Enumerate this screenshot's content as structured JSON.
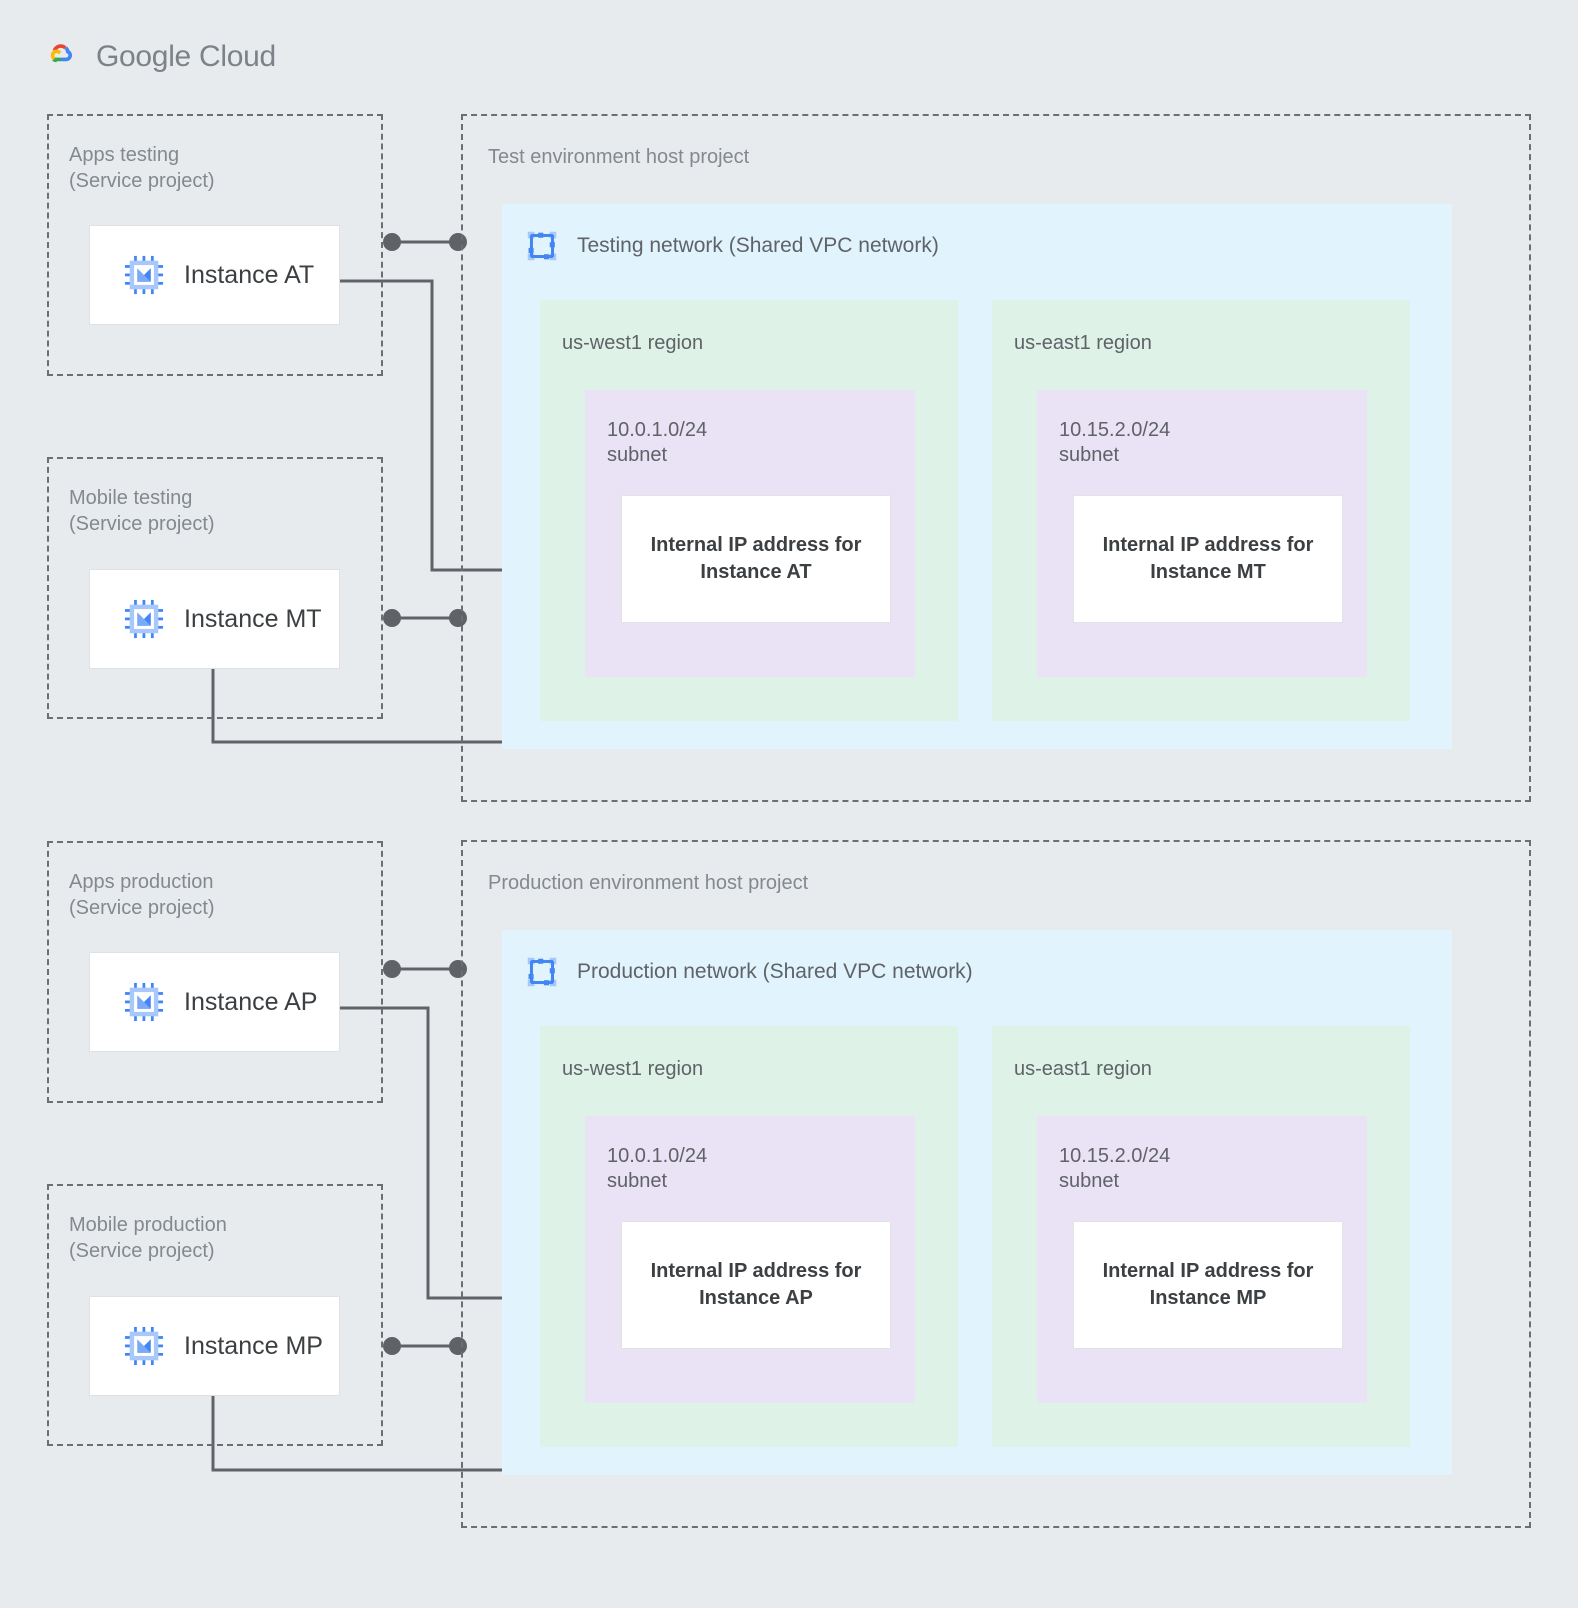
{
  "brand": {
    "name_bold": "Google",
    "name_light": " Cloud",
    "logo_icon": "google-cloud-logo",
    "colors": {
      "page_background": "#e8ebee",
      "vpc_panel": "#e1f3fd",
      "region_panel": "#dff2e8",
      "subnet_panel": "#eae2f5",
      "card_background": "#ffffff",
      "connector": "#5f6368",
      "dashed_border": "#6b6f73",
      "label_text": "#83898f",
      "icon_blue": "#4285f4",
      "icon_blue_light": "#a8c7fa"
    }
  },
  "service_projects": [
    {
      "id": "apps-testing",
      "title": "Apps testing\n(Service project)",
      "instance": "Instance AT",
      "icon": "compute-instance-icon"
    },
    {
      "id": "mobile-testing",
      "title": "Mobile testing\n(Service project)",
      "instance": "Instance MT",
      "icon": "compute-instance-icon"
    },
    {
      "id": "apps-production",
      "title": "Apps production\n(Service project)",
      "instance": "Instance AP",
      "icon": "compute-instance-icon"
    },
    {
      "id": "mobile-production",
      "title": "Mobile production\n(Service project)",
      "instance": "Instance MP",
      "icon": "compute-instance-icon"
    }
  ],
  "host_projects": [
    {
      "id": "test-host",
      "title": "Test environment host project",
      "network": {
        "title": "Testing network (Shared VPC network)",
        "icon": "vpc-network-icon",
        "regions": [
          {
            "name": "us-west1 region",
            "subnet": "10.0.1.0/24\nsubnet",
            "ip_card": "Internal IP address for\nInstance AT"
          },
          {
            "name": "us-east1 region",
            "subnet": "10.15.2.0/24\nsubnet",
            "ip_card": "Internal IP address for\nInstance MT"
          }
        ]
      }
    },
    {
      "id": "production-host",
      "title": "Production environment host project",
      "network": {
        "title": "Production network (Shared VPC network)",
        "icon": "vpc-network-icon",
        "regions": [
          {
            "name": "us-west1 region",
            "subnet": "10.0.1.0/24\nsubnet",
            "ip_card": "Internal IP address for\nInstance AP"
          },
          {
            "name": "us-east1 region",
            "subnet": "10.15.2.0/24\nsubnet",
            "ip_card": "Internal IP address for\nInstance MP"
          }
        ]
      }
    }
  ],
  "connections": [
    {
      "id": "at-attach",
      "kind": "shared-vpc-attachment",
      "from": "Apps testing",
      "to": "Test environment host project"
    },
    {
      "id": "mt-attach",
      "kind": "shared-vpc-attachment",
      "from": "Mobile testing",
      "to": "Test environment host project"
    },
    {
      "id": "ap-attach",
      "kind": "shared-vpc-attachment",
      "from": "Apps production",
      "to": "Production environment host project"
    },
    {
      "id": "mp-attach",
      "kind": "shared-vpc-attachment",
      "from": "Mobile production",
      "to": "Production environment host project"
    },
    {
      "id": "at-ip",
      "kind": "instance-to-ip",
      "from": "Instance AT",
      "to": "Internal IP address for Instance AT"
    },
    {
      "id": "mt-ip",
      "kind": "instance-to-ip",
      "from": "Instance MT",
      "to": "Internal IP address for Instance MT"
    },
    {
      "id": "ap-ip",
      "kind": "instance-to-ip",
      "from": "Instance AP",
      "to": "Internal IP address for Instance AP"
    },
    {
      "id": "mp-ip",
      "kind": "instance-to-ip",
      "from": "Instance MP",
      "to": "Internal IP address for Instance MP"
    }
  ]
}
